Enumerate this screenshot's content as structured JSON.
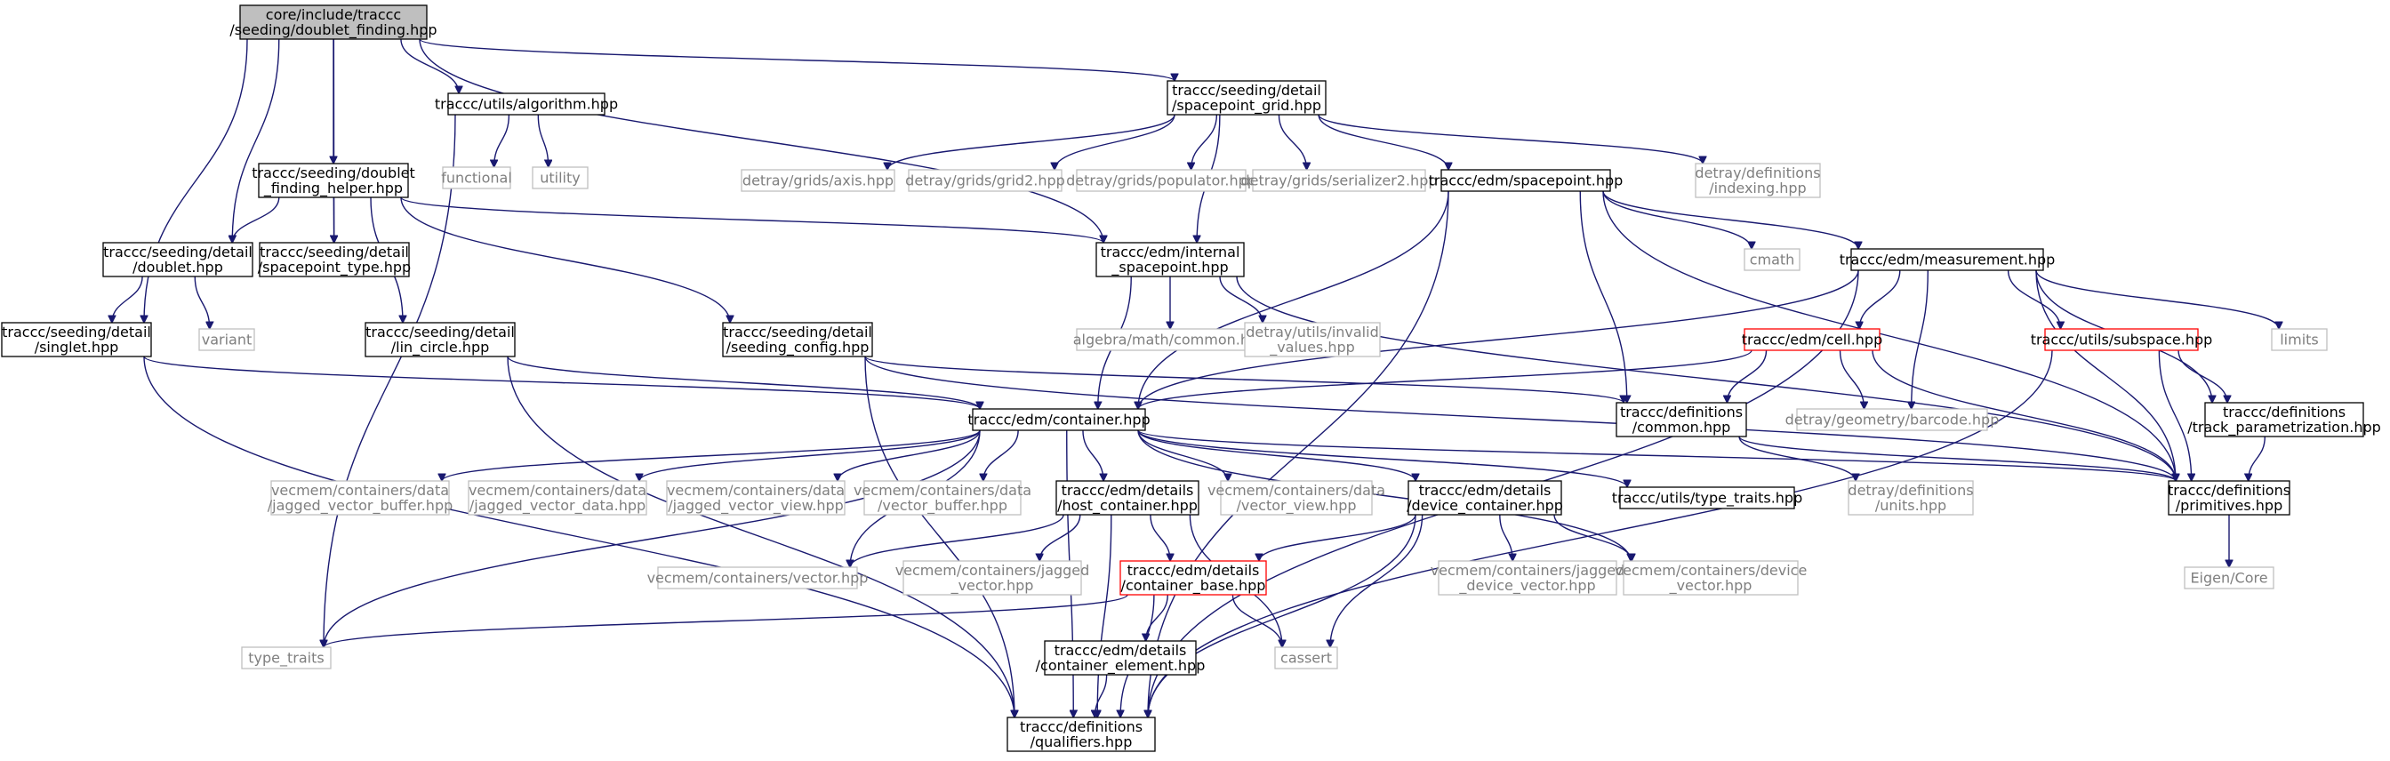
{
  "diagram": {
    "colors": {
      "edge": "#191970",
      "root_fill": "#bfbfbf",
      "normal_border": "#000000",
      "external_border": "#bfbfbf",
      "external_text": "#7f7f7f",
      "error_border": "#ff0000",
      "text": "#000000"
    },
    "nodes": [
      {
        "id": "n0",
        "style": "root",
        "lines": [
          "core/include/traccc",
          "/seeding/doublet_finding.hpp"
        ]
      },
      {
        "id": "n1",
        "style": "normal",
        "lines": [
          "traccc/utils/algorithm.hpp"
        ]
      },
      {
        "id": "n2",
        "style": "normal",
        "lines": [
          "traccc/seeding/detail",
          "/spacepoint_grid.hpp"
        ]
      },
      {
        "id": "n3",
        "style": "external",
        "lines": [
          "functional"
        ]
      },
      {
        "id": "n4",
        "style": "external",
        "lines": [
          "utility"
        ]
      },
      {
        "id": "n5",
        "style": "normal",
        "lines": [
          "traccc/seeding/doublet",
          "_finding_helper.hpp"
        ]
      },
      {
        "id": "n6",
        "style": "external",
        "lines": [
          "detray/grids/axis.hpp"
        ]
      },
      {
        "id": "n7",
        "style": "external",
        "lines": [
          "detray/grids/grid2.hpp"
        ]
      },
      {
        "id": "n8",
        "style": "external",
        "lines": [
          "detray/grids/populator.hpp"
        ]
      },
      {
        "id": "n9",
        "style": "external",
        "lines": [
          "detray/grids/serializer2.hpp"
        ]
      },
      {
        "id": "n10",
        "style": "normal",
        "lines": [
          "traccc/edm/spacepoint.hpp"
        ]
      },
      {
        "id": "n11",
        "style": "external",
        "lines": [
          "detray/definitions",
          "/indexing.hpp"
        ]
      },
      {
        "id": "n12",
        "style": "normal",
        "lines": [
          "traccc/seeding/detail",
          "/doublet.hpp"
        ]
      },
      {
        "id": "n13",
        "style": "normal",
        "lines": [
          "traccc/seeding/detail",
          "/spacepoint_type.hpp"
        ]
      },
      {
        "id": "n14",
        "style": "normal",
        "lines": [
          "traccc/edm/internal",
          "_spacepoint.hpp"
        ]
      },
      {
        "id": "n15",
        "style": "external",
        "lines": [
          "cmath"
        ]
      },
      {
        "id": "n16",
        "style": "normal",
        "lines": [
          "traccc/edm/measurement.hpp"
        ]
      },
      {
        "id": "n17",
        "style": "external",
        "lines": [
          "variant"
        ]
      },
      {
        "id": "n18",
        "style": "normal",
        "lines": [
          "traccc/seeding/detail",
          "/singlet.hpp"
        ]
      },
      {
        "id": "n19",
        "style": "normal",
        "lines": [
          "traccc/seeding/detail",
          "/lin_circle.hpp"
        ]
      },
      {
        "id": "n20",
        "style": "normal",
        "lines": [
          "traccc/seeding/detail",
          "/seeding_config.hpp"
        ]
      },
      {
        "id": "n21",
        "style": "external",
        "lines": [
          "algebra/math/common.hpp"
        ]
      },
      {
        "id": "n22",
        "style": "external",
        "lines": [
          "detray/utils/invalid",
          "_values.hpp"
        ]
      },
      {
        "id": "n23",
        "style": "error",
        "lines": [
          "traccc/edm/cell.hpp"
        ]
      },
      {
        "id": "n24",
        "style": "error",
        "lines": [
          "traccc/utils/subspace.hpp"
        ]
      },
      {
        "id": "n25",
        "style": "external",
        "lines": [
          "limits"
        ]
      },
      {
        "id": "n26",
        "style": "normal",
        "lines": [
          "traccc/edm/container.hpp"
        ]
      },
      {
        "id": "n27",
        "style": "normal",
        "lines": [
          "traccc/definitions",
          "/common.hpp"
        ]
      },
      {
        "id": "n28",
        "style": "external",
        "lines": [
          "detray/geometry/barcode.hpp"
        ]
      },
      {
        "id": "n29",
        "style": "normal",
        "lines": [
          "traccc/definitions",
          "/track_parametrization.hpp"
        ]
      },
      {
        "id": "n30",
        "style": "external",
        "lines": [
          "vecmem/containers/data",
          "/jagged_vector_buffer.hpp"
        ]
      },
      {
        "id": "n31",
        "style": "external",
        "lines": [
          "vecmem/containers/data",
          "/jagged_vector_data.hpp"
        ]
      },
      {
        "id": "n32",
        "style": "external",
        "lines": [
          "vecmem/containers/data",
          "/jagged_vector_view.hpp"
        ]
      },
      {
        "id": "n33",
        "style": "external",
        "lines": [
          "vecmem/containers/data",
          "/vector_buffer.hpp"
        ]
      },
      {
        "id": "n34",
        "style": "normal",
        "lines": [
          "traccc/edm/details",
          "/host_container.hpp"
        ]
      },
      {
        "id": "n35",
        "style": "external",
        "lines": [
          "vecmem/containers/data",
          "/vector_view.hpp"
        ]
      },
      {
        "id": "n36",
        "style": "normal",
        "lines": [
          "traccc/edm/details",
          "/device_container.hpp"
        ]
      },
      {
        "id": "n37",
        "style": "normal",
        "lines": [
          "traccc/utils/type_traits.hpp"
        ]
      },
      {
        "id": "n38",
        "style": "external",
        "lines": [
          "detray/definitions",
          "/units.hpp"
        ]
      },
      {
        "id": "n39",
        "style": "normal",
        "lines": [
          "traccc/definitions",
          "/primitives.hpp"
        ]
      },
      {
        "id": "n40",
        "style": "external",
        "lines": [
          "vecmem/containers/vector.hpp"
        ]
      },
      {
        "id": "n41",
        "style": "external",
        "lines": [
          "vecmem/containers/jagged",
          "_vector.hpp"
        ]
      },
      {
        "id": "n42",
        "style": "error",
        "lines": [
          "traccc/edm/details",
          "/container_base.hpp"
        ]
      },
      {
        "id": "n43",
        "style": "external",
        "lines": [
          "vecmem/containers/jagged",
          "_device_vector.hpp"
        ]
      },
      {
        "id": "n44",
        "style": "external",
        "lines": [
          "vecmem/containers/device",
          "_vector.hpp"
        ]
      },
      {
        "id": "n45",
        "style": "external",
        "lines": [
          "Eigen/Core"
        ]
      },
      {
        "id": "n46",
        "style": "external",
        "lines": [
          "type_traits"
        ]
      },
      {
        "id": "n47",
        "style": "external",
        "lines": [
          "cassert"
        ]
      },
      {
        "id": "n48",
        "style": "normal",
        "lines": [
          "traccc/edm/details",
          "/container_element.hpp"
        ]
      },
      {
        "id": "n49",
        "style": "normal",
        "lines": [
          "traccc/definitions",
          "/qualifiers.hpp"
        ]
      }
    ],
    "edges": [
      [
        "n0",
        "n1"
      ],
      [
        "n0",
        "n2"
      ],
      [
        "n0",
        "n5"
      ],
      [
        "n0",
        "n12"
      ],
      [
        "n0",
        "n13"
      ],
      [
        "n0",
        "n14"
      ],
      [
        "n0",
        "n18"
      ],
      [
        "n1",
        "n3"
      ],
      [
        "n1",
        "n4"
      ],
      [
        "n1",
        "n46"
      ],
      [
        "n2",
        "n6"
      ],
      [
        "n2",
        "n7"
      ],
      [
        "n2",
        "n8"
      ],
      [
        "n2",
        "n9"
      ],
      [
        "n2",
        "n10"
      ],
      [
        "n2",
        "n11"
      ],
      [
        "n2",
        "n14"
      ],
      [
        "n5",
        "n12"
      ],
      [
        "n5",
        "n13"
      ],
      [
        "n5",
        "n14"
      ],
      [
        "n5",
        "n19"
      ],
      [
        "n5",
        "n20"
      ],
      [
        "n10",
        "n26"
      ],
      [
        "n10",
        "n16"
      ],
      [
        "n10",
        "n15"
      ],
      [
        "n10",
        "n27"
      ],
      [
        "n10",
        "n39"
      ],
      [
        "n10",
        "n49"
      ],
      [
        "n12",
        "n17"
      ],
      [
        "n12",
        "n18"
      ],
      [
        "n14",
        "n21"
      ],
      [
        "n14",
        "n22"
      ],
      [
        "n14",
        "n26"
      ],
      [
        "n14",
        "n39"
      ],
      [
        "n16",
        "n23"
      ],
      [
        "n16",
        "n24"
      ],
      [
        "n16",
        "n25"
      ],
      [
        "n16",
        "n28"
      ],
      [
        "n16",
        "n29"
      ],
      [
        "n16",
        "n26"
      ],
      [
        "n16",
        "n39"
      ],
      [
        "n16",
        "n49"
      ],
      [
        "n18",
        "n26"
      ],
      [
        "n18",
        "n49"
      ],
      [
        "n19",
        "n26"
      ],
      [
        "n19",
        "n49"
      ],
      [
        "n20",
        "n27"
      ],
      [
        "n20",
        "n39"
      ],
      [
        "n20",
        "n49"
      ],
      [
        "n23",
        "n26"
      ],
      [
        "n23",
        "n27"
      ],
      [
        "n23",
        "n28"
      ],
      [
        "n23",
        "n39"
      ],
      [
        "n24",
        "n29"
      ],
      [
        "n24",
        "n39"
      ],
      [
        "n24",
        "n49"
      ],
      [
        "n26",
        "n30"
      ],
      [
        "n26",
        "n31"
      ],
      [
        "n26",
        "n32"
      ],
      [
        "n26",
        "n33"
      ],
      [
        "n26",
        "n34"
      ],
      [
        "n26",
        "n35"
      ],
      [
        "n26",
        "n36"
      ],
      [
        "n26",
        "n37"
      ],
      [
        "n26",
        "n40"
      ],
      [
        "n26",
        "n44"
      ],
      [
        "n26",
        "n46"
      ],
      [
        "n26",
        "n49"
      ],
      [
        "n26",
        "n39"
      ],
      [
        "n27",
        "n38"
      ],
      [
        "n27",
        "n39"
      ],
      [
        "n29",
        "n39"
      ],
      [
        "n34",
        "n40"
      ],
      [
        "n34",
        "n41"
      ],
      [
        "n34",
        "n42"
      ],
      [
        "n34",
        "n47"
      ],
      [
        "n34",
        "n49"
      ],
      [
        "n36",
        "n42"
      ],
      [
        "n36",
        "n43"
      ],
      [
        "n36",
        "n44"
      ],
      [
        "n36",
        "n47"
      ],
      [
        "n36",
        "n49"
      ],
      [
        "n39",
        "n45"
      ],
      [
        "n42",
        "n46"
      ],
      [
        "n42",
        "n47"
      ],
      [
        "n42",
        "n48"
      ],
      [
        "n42",
        "n49"
      ],
      [
        "n48",
        "n49"
      ]
    ]
  }
}
